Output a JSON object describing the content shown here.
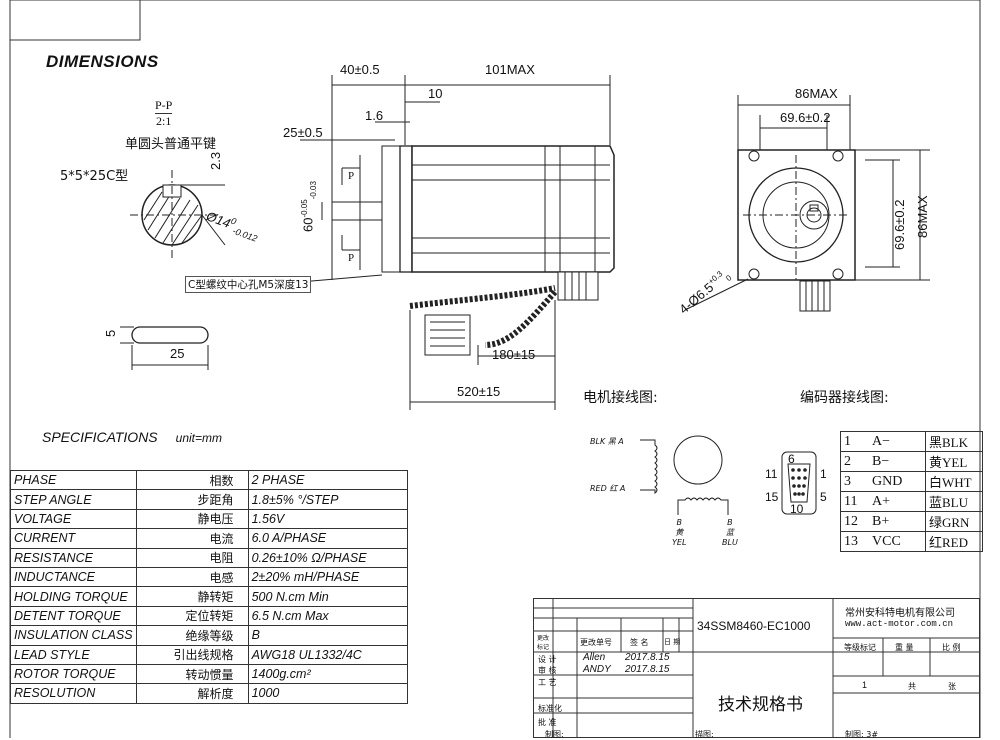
{
  "header": {
    "title": "DIMENSIONS"
  },
  "section_view": {
    "label": "P-P",
    "scale": "2:1",
    "note": "单圆头普通平键",
    "key_spec": "5*5*25C型",
    "key_depth": "2.3",
    "shaft_dia": "Ø14",
    "shaft_tol_upper": "0",
    "shaft_tol_lower": "-0.012"
  },
  "key_view": {
    "width": "5",
    "length": "25"
  },
  "side_view": {
    "flange_len": "40±0.5",
    "body_len": "101MAX",
    "d10": "10",
    "d16": "1.6",
    "shaft_len": "25±0.5",
    "pilot_dia": "60",
    "pilot_tol_upper": "-0.05",
    "pilot_tol_lower": "-0.03",
    "section_mark": "P",
    "thread_note": "C型螺纹中心孔M5深度13",
    "encoder_cable": "180±15",
    "motor_cable": "520±15"
  },
  "front_view": {
    "width_max": "86MAX",
    "bolt_spacing": "69.6±0.2",
    "height_spacing": "69.6±0.2",
    "height_max": "86MAX",
    "holes": "4-Ø6.5",
    "hole_tol_upper": "+0.3",
    "hole_tol_lower": "0"
  },
  "motor_wiring": {
    "title": "电机接线图:",
    "blk": "BLK 黑 A",
    "red": "RED 红 A",
    "b_yel": "B",
    "yel_cn": "黄",
    "yel_en": "YEL",
    "b_blu": "B",
    "blu_cn": "蓝",
    "blu_en": "BLU"
  },
  "encoder_wiring": {
    "title": "编码器接线图:",
    "pins": {
      "p6": "6",
      "p11": "11",
      "p1": "1",
      "p15": "15",
      "p5": "5",
      "p10": "10"
    },
    "rows": [
      {
        "pin": "1",
        "sig": "A−",
        "color": "黑BLK"
      },
      {
        "pin": "2",
        "sig": "B−",
        "color": "黄YEL"
      },
      {
        "pin": "3",
        "sig": "GND",
        "color": "白WHT"
      },
      {
        "pin": "11",
        "sig": "A+",
        "color": "蓝BLU"
      },
      {
        "pin": "12",
        "sig": "B+",
        "color": "绿GRN"
      },
      {
        "pin": "13",
        "sig": "VCC",
        "color": "红RED"
      }
    ]
  },
  "specifications": {
    "title": "SPECIFICATIONS",
    "unit": "unit=mm",
    "rows": [
      {
        "en": "PHASE",
        "cn": "相数",
        "value": "2  PHASE"
      },
      {
        "en": "STEP ANGLE",
        "cn": "步距角",
        "value": "1.8±5% °/STEP"
      },
      {
        "en": "VOLTAGE",
        "cn": "静电压",
        "value": "1.56V"
      },
      {
        "en": "CURRENT",
        "cn": "电流",
        "value": "6.0 A/PHASE"
      },
      {
        "en": "RESISTANCE",
        "cn": "电阻",
        "value": "0.26±10%  Ω/PHASE"
      },
      {
        "en": "INDUCTANCE",
        "cn": "电感",
        "value": "2±20% mH/PHASE"
      },
      {
        "en": "HOLDING TORQUE",
        "cn": "静转矩",
        "value": "500  N.cm Min"
      },
      {
        "en": "DETENT TORQUE",
        "cn": "定位转矩",
        "value": "6.5 N.cm Max"
      },
      {
        "en": "INSULATION CLASS",
        "cn": "绝缘等级",
        "value": "B"
      },
      {
        "en": "LEAD STYLE",
        "cn": "引出线规格",
        "value": "AWG18 UL1332/4C"
      },
      {
        "en": "ROTOR TORQUE",
        "cn": "转动惯量",
        "value": "1400g.cm²"
      },
      {
        "en": "RESOLUTION",
        "cn": "解析度",
        "value": "1000"
      }
    ]
  },
  "title_block": {
    "model": "34SSM8460-EC1000",
    "company": "常州安科特电机有限公司",
    "website": "www.act-motor.com.cn",
    "doc_title": "技术规格书",
    "h_change_mark": "更改标记",
    "h_change_no": "更改单号",
    "h_sign": "签 名",
    "h_date": "日 期",
    "design": "设 计",
    "design_by": "Allen",
    "design_date": "2017.8.15",
    "review": "审 核",
    "review_by": "ANDY",
    "review_date": "2017.8.15",
    "process": "工 艺",
    "standard": "标准化",
    "approve": "批 准",
    "grade": "等级标记",
    "weight": "重 量",
    "ratio": "比 例",
    "sheet_count": "1",
    "total": "共",
    "sheet": "张",
    "draw": "制图:",
    "trace": "描图:",
    "compile": "制图: 3#"
  }
}
